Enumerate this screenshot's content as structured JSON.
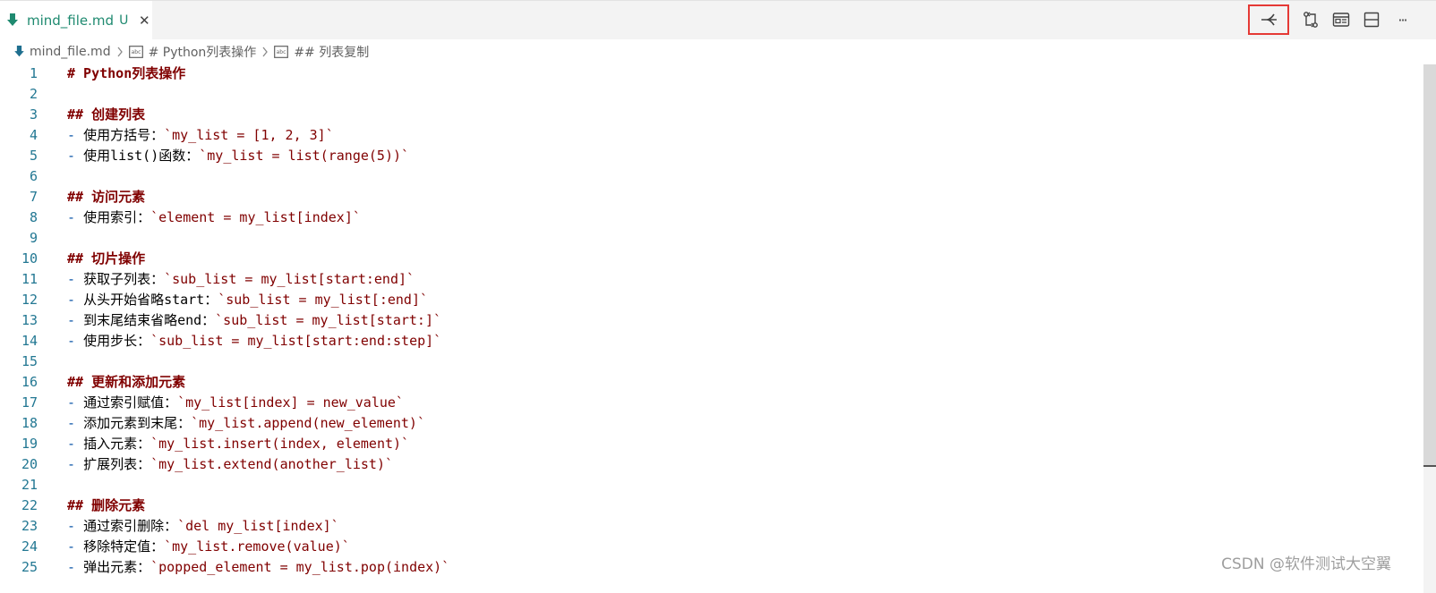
{
  "tab": {
    "name": "mind_file.md",
    "status": "U",
    "close": "✕"
  },
  "toolbar": {
    "icons": [
      "mindmap-icon",
      "git-compare-icon",
      "preview-icon",
      "split-editor-icon",
      "more-icon"
    ],
    "more": "···"
  },
  "breadcrumb": [
    {
      "label": "mind_file.md",
      "icon": "markdown-file-icon"
    },
    {
      "label": "# Python列表操作",
      "icon": "symbol-string-icon"
    },
    {
      "label": "## 列表复制",
      "icon": "symbol-string-icon"
    }
  ],
  "editor": {
    "lines": [
      {
        "n": "1",
        "head": "# Python列表操作"
      },
      {
        "n": "2"
      },
      {
        "n": "3",
        "head": "## 创建列表"
      },
      {
        "n": "4",
        "text": "使用方括号：",
        "code": "`my_list = [1, 2, 3]`"
      },
      {
        "n": "5",
        "text": "使用list()函数：",
        "code": "`my_list = list(range(5))`"
      },
      {
        "n": "6"
      },
      {
        "n": "7",
        "head": "## 访问元素"
      },
      {
        "n": "8",
        "text": "使用索引：",
        "code": "`element = my_list[index]`"
      },
      {
        "n": "9"
      },
      {
        "n": "10",
        "head": "## 切片操作"
      },
      {
        "n": "11",
        "text": "获取子列表：",
        "code": "`sub_list = my_list[start:end]`"
      },
      {
        "n": "12",
        "text": "从头开始省略start：",
        "code": "`sub_list = my_list[:end]`"
      },
      {
        "n": "13",
        "text": "到末尾结束省略end：",
        "code": "`sub_list = my_list[start:]`"
      },
      {
        "n": "14",
        "text": "使用步长：",
        "code": "`sub_list = my_list[start:end:step]`"
      },
      {
        "n": "15"
      },
      {
        "n": "16",
        "head": "## 更新和添加元素"
      },
      {
        "n": "17",
        "text": "通过索引赋值：",
        "code": "`my_list[index] = new_value`"
      },
      {
        "n": "18",
        "text": "添加元素到末尾：",
        "code": "`my_list.append(new_element)`"
      },
      {
        "n": "19",
        "text": "插入元素：",
        "code": "`my_list.insert(index, element)`"
      },
      {
        "n": "20",
        "text": "扩展列表：",
        "code": "`my_list.extend(another_list)`"
      },
      {
        "n": "21"
      },
      {
        "n": "22",
        "head": "## 删除元素"
      },
      {
        "n": "23",
        "text": "通过索引删除：",
        "code": "`del my_list[index]`"
      },
      {
        "n": "24",
        "text": "移除特定值：",
        "code": "`my_list.remove(value)`"
      },
      {
        "n": "25",
        "text": "弹出元素：",
        "code": "`popped_element = my_list.pop(index)`"
      }
    ]
  },
  "watermark": "CSDN @软件测试大空翼",
  "colors": {
    "tab_text": "#1f8a70",
    "heading": "#800000",
    "bullet": "#0451a5",
    "line_number": "#237893",
    "highlight_box": "#e53935"
  }
}
